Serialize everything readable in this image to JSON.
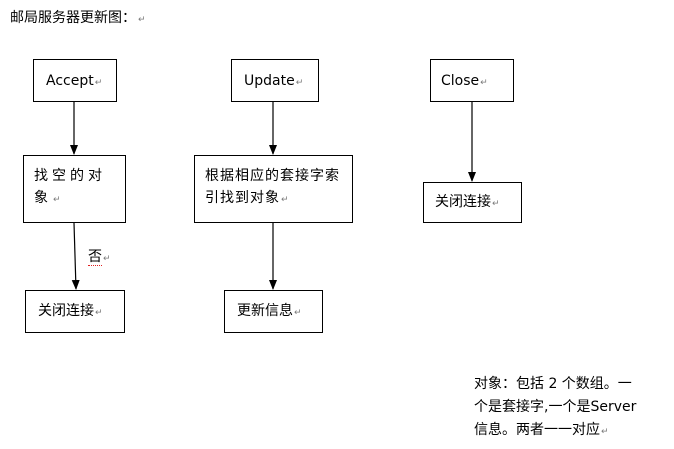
{
  "title": "邮局服务器更新图：",
  "nodes": {
    "accept": "Accept",
    "update": "Update",
    "close": "Close",
    "find_empty": "找空的对象",
    "index_find": "根据相应的套接字索引找到对象",
    "close_connection_right": "关闭连接",
    "close_connection_left": "关闭连接",
    "update_info": "更新信息"
  },
  "edge_label": "否",
  "note": {
    "line1": "对象：包括 2 个数组。一",
    "line2": "个是套接字,一个是Server",
    "line3": "信息。两者一一对应"
  },
  "colors": {
    "line": "#000000",
    "paragraph_mark": "#7a7a7a",
    "spell_underline": "#e02020"
  }
}
